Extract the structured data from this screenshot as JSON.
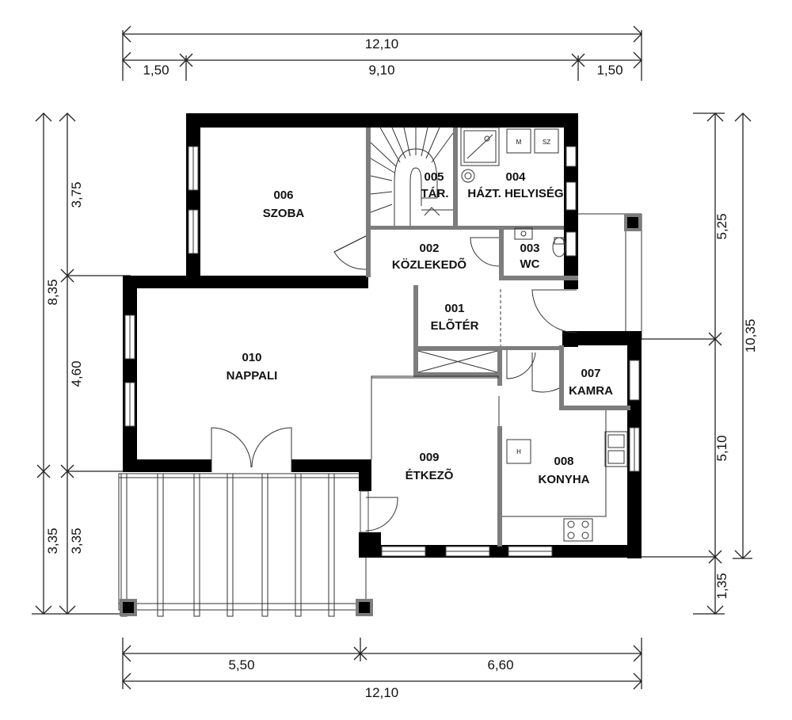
{
  "dimensions": {
    "top_total": "12,10",
    "top_left": "1,50",
    "top_mid": "9,10",
    "top_right": "1,50",
    "bottom_left": "5,50",
    "bottom_right": "6,60",
    "bottom_total": "12,10",
    "left_outer_total": "8,35",
    "left_outer_bottom": "3,35",
    "left_inner_top": "3,75",
    "left_inner_mid": "4,60",
    "left_inner_bottom": "3,35",
    "right_inner_top": "5,25",
    "right_inner_mid": "5,10",
    "right_inner_bottom": "1,35",
    "right_outer_total": "10,35"
  },
  "rooms": {
    "r001": {
      "number": "001",
      "name": "ELÕTÉR"
    },
    "r002": {
      "number": "002",
      "name": "KÖZLEKEDÕ"
    },
    "r003": {
      "number": "003",
      "name": "WC"
    },
    "r004": {
      "number": "004",
      "name": "HÁZT. HELYISÉG"
    },
    "r005": {
      "number": "005",
      "name": "TÁR."
    },
    "r006": {
      "number": "006",
      "name": "SZOBA"
    },
    "r007": {
      "number": "007",
      "name": "KAMRA"
    },
    "r008": {
      "number": "008",
      "name": "KONYHA"
    },
    "r009": {
      "number": "009",
      "name": "ÉTKEZÕ"
    },
    "r010": {
      "number": "010",
      "name": "NAPPALI"
    }
  },
  "appliance_labels": {
    "washer": "M",
    "dryer": "SZ",
    "fridge": "H"
  }
}
